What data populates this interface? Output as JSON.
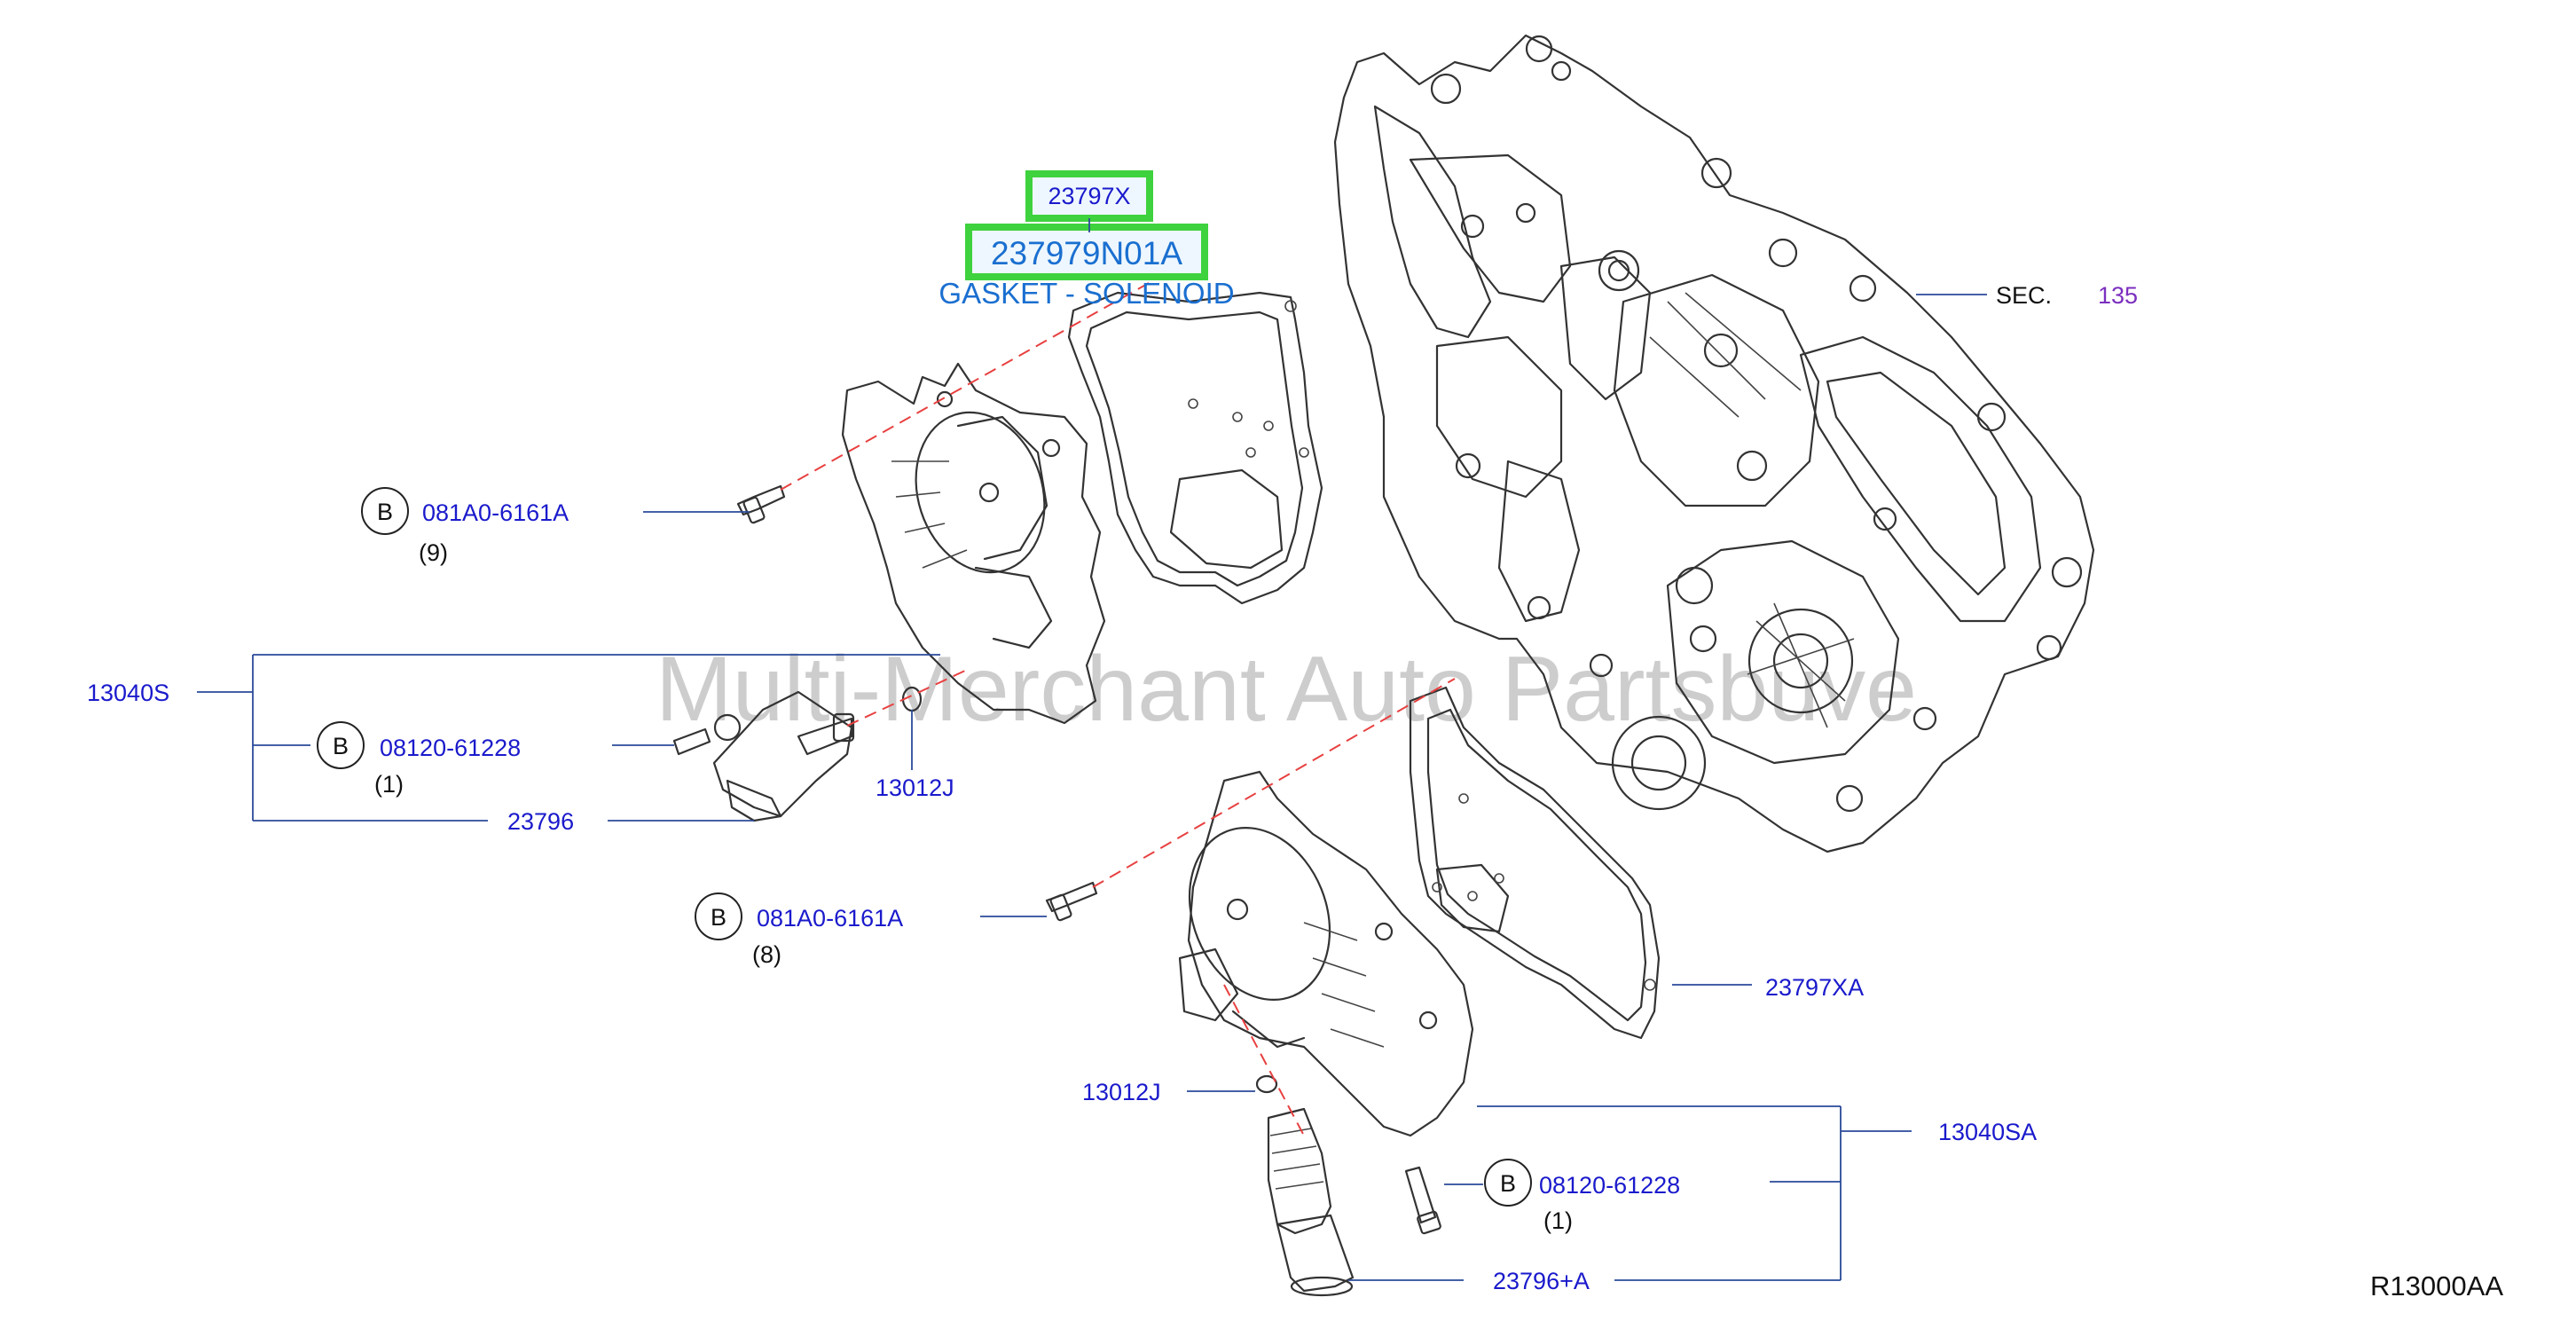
{
  "diagram": {
    "reference_code": "R13000AA",
    "watermark": "Multi-Merchant Auto Partsbuve",
    "section_ref": {
      "label": "SEC.",
      "number": "135"
    },
    "highlight": {
      "part_code": "23797X",
      "part_number": "237979N01A",
      "description": "GASKET - SOLENOID"
    },
    "callouts": [
      {
        "id": "bolt-top",
        "prefix": "B",
        "part": "081A0-6161A",
        "qty": "(9)"
      },
      {
        "id": "bolt-upper-solenoid",
        "prefix": "B",
        "part": "08120-61228",
        "qty": "(1)"
      },
      {
        "id": "bolt-middle",
        "prefix": "B",
        "part": "081A0-6161A",
        "qty": "(8)"
      },
      {
        "id": "bolt-lower-solenoid",
        "prefix": "B",
        "part": "08120-61228",
        "qty": "(1)"
      }
    ],
    "labels": {
      "assy_left": "13040S",
      "solenoid_left": "23796",
      "oring_left": "13012J",
      "gasket_lower": "23797XA",
      "oring_lower": "13012J",
      "assy_right": "13040SA",
      "solenoid_lower": "23796+A"
    },
    "colors": {
      "part_link": "#1a1acc",
      "highlight_border": "#3ed23e",
      "section_number": "#7b2fbf",
      "center_line": "#e84040"
    }
  }
}
